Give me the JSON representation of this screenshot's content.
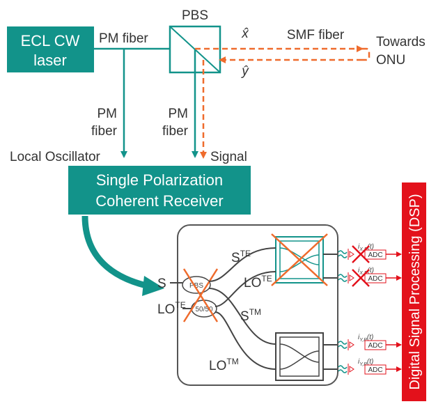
{
  "colors": {
    "teal": "#12938a",
    "orange": "#ef6b2c",
    "red": "#e3111b",
    "dark": "#444444",
    "gray": "#555555"
  },
  "laser": {
    "line1": "ECL CW",
    "line2": "laser"
  },
  "pm_fiber_top": "PM fiber",
  "pbs_label": "PBS",
  "x_hat": "x̂",
  "y_hat": "ŷ",
  "smf_label": "SMF fiber",
  "towards": {
    "line1": "Towards",
    "line2": "ONU"
  },
  "pm_fiber_left": {
    "line1": "PM",
    "line2": "fiber"
  },
  "pm_fiber_mid": {
    "line1": "PM",
    "line2": "fiber"
  },
  "local_osc": "Local Oscillator",
  "signal": "Signal",
  "receiver": {
    "line1": "Single Polarization",
    "line2": "Coherent Receiver"
  },
  "detail": {
    "s_in": "S",
    "lo_in": "LO",
    "lo_in_sup": "TE",
    "pbs_small": "PBS",
    "splitter": "50/50",
    "s_te": "S",
    "s_te_sup": "TE",
    "lo_te": "LO",
    "lo_te_sup": "TE",
    "s_tm": "S",
    "s_tm_sup": "TM",
    "lo_tm": "LO",
    "lo_tm_sup": "TM"
  },
  "outputs": [
    {
      "current": "i",
      "sub": "X,P",
      "arg": "(t)",
      "adc": "ADC",
      "crossed": true
    },
    {
      "current": "i",
      "sub": "X,P",
      "arg": "(t)",
      "adc": "ADC",
      "crossed": true
    },
    {
      "current": "i",
      "sub": "Y,P",
      "arg": "(t)",
      "adc": "ADC",
      "crossed": false
    },
    {
      "current": "i",
      "sub": "Y,P",
      "arg": "(t)",
      "adc": "ADC",
      "crossed": false
    }
  ],
  "dsp_label": "Digital Signal Processing (DSP)"
}
